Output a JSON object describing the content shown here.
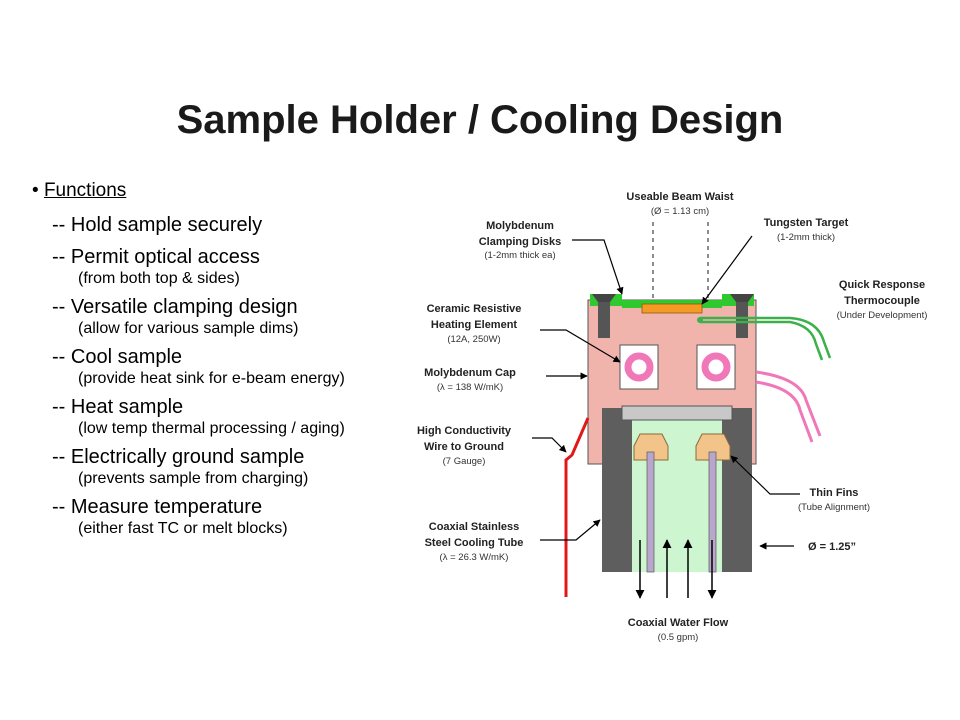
{
  "title": "Sample Holder / Cooling Design",
  "functions": {
    "heading": "Functions",
    "items": [
      {
        "main": "-- Hold sample securely",
        "sub": ""
      },
      {
        "main": "-- Permit optical access",
        "sub": "(from both top & sides)"
      },
      {
        "main": "-- Versatile clamping design",
        "sub": "(allow for various sample dims)"
      },
      {
        "main": "-- Cool sample",
        "sub": "(provide heat sink for e-beam energy)"
      },
      {
        "main": "-- Heat sample",
        "sub": "(low temp thermal processing / aging)"
      },
      {
        "main": "-- Electrically ground sample",
        "sub": "(prevents sample from charging)"
      },
      {
        "main": "-- Measure temperature",
        "sub": "(either fast TC or melt blocks)"
      }
    ]
  },
  "labels": {
    "beam_waist": {
      "title": "Useable Beam Waist",
      "sub": "(Ø = 1.13 cm)"
    },
    "tungsten": {
      "title": "Tungsten Target",
      "sub": "(1-2mm thick)"
    },
    "moly_disks": {
      "title1": "Molybdenum",
      "title2": "Clamping Disks",
      "sub": "(1-2mm thick ea)"
    },
    "thermocouple": {
      "title1": "Quick Response",
      "title2": "Thermocouple",
      "sub": "(Under Development)"
    },
    "ceramic": {
      "title1": "Ceramic Resistive",
      "title2": "Heating Element",
      "sub": "(12A, 250W)"
    },
    "moly_cap": {
      "title": "Molybdenum Cap",
      "sub": "(λ = 138 W/mK)"
    },
    "wire": {
      "title1": "High Conductivity",
      "title2": "Wire to Ground",
      "sub": "(7 Gauge)"
    },
    "fins": {
      "title": "Thin Fins",
      "sub": "(Tube Alignment)"
    },
    "tube": {
      "title1": "Coaxial Stainless",
      "title2": "Steel Cooling Tube",
      "sub": "(λ = 26.3 W/mK)"
    },
    "diameter": {
      "title": "Ø = 1.25”"
    },
    "water": {
      "title": "Coaxial Water Flow",
      "sub": "(0.5 gpm)"
    }
  },
  "colors": {
    "cap": "#f0b4ad",
    "clamp": "#2fc82f",
    "target": "#f59a23",
    "coil": "#f078b8",
    "tube_wall": "#5e5e5e",
    "water": "#ccf5d0",
    "fin": "#f2c48a",
    "ground_wire": "#e01818",
    "tc_wire": "#3cb04a"
  }
}
